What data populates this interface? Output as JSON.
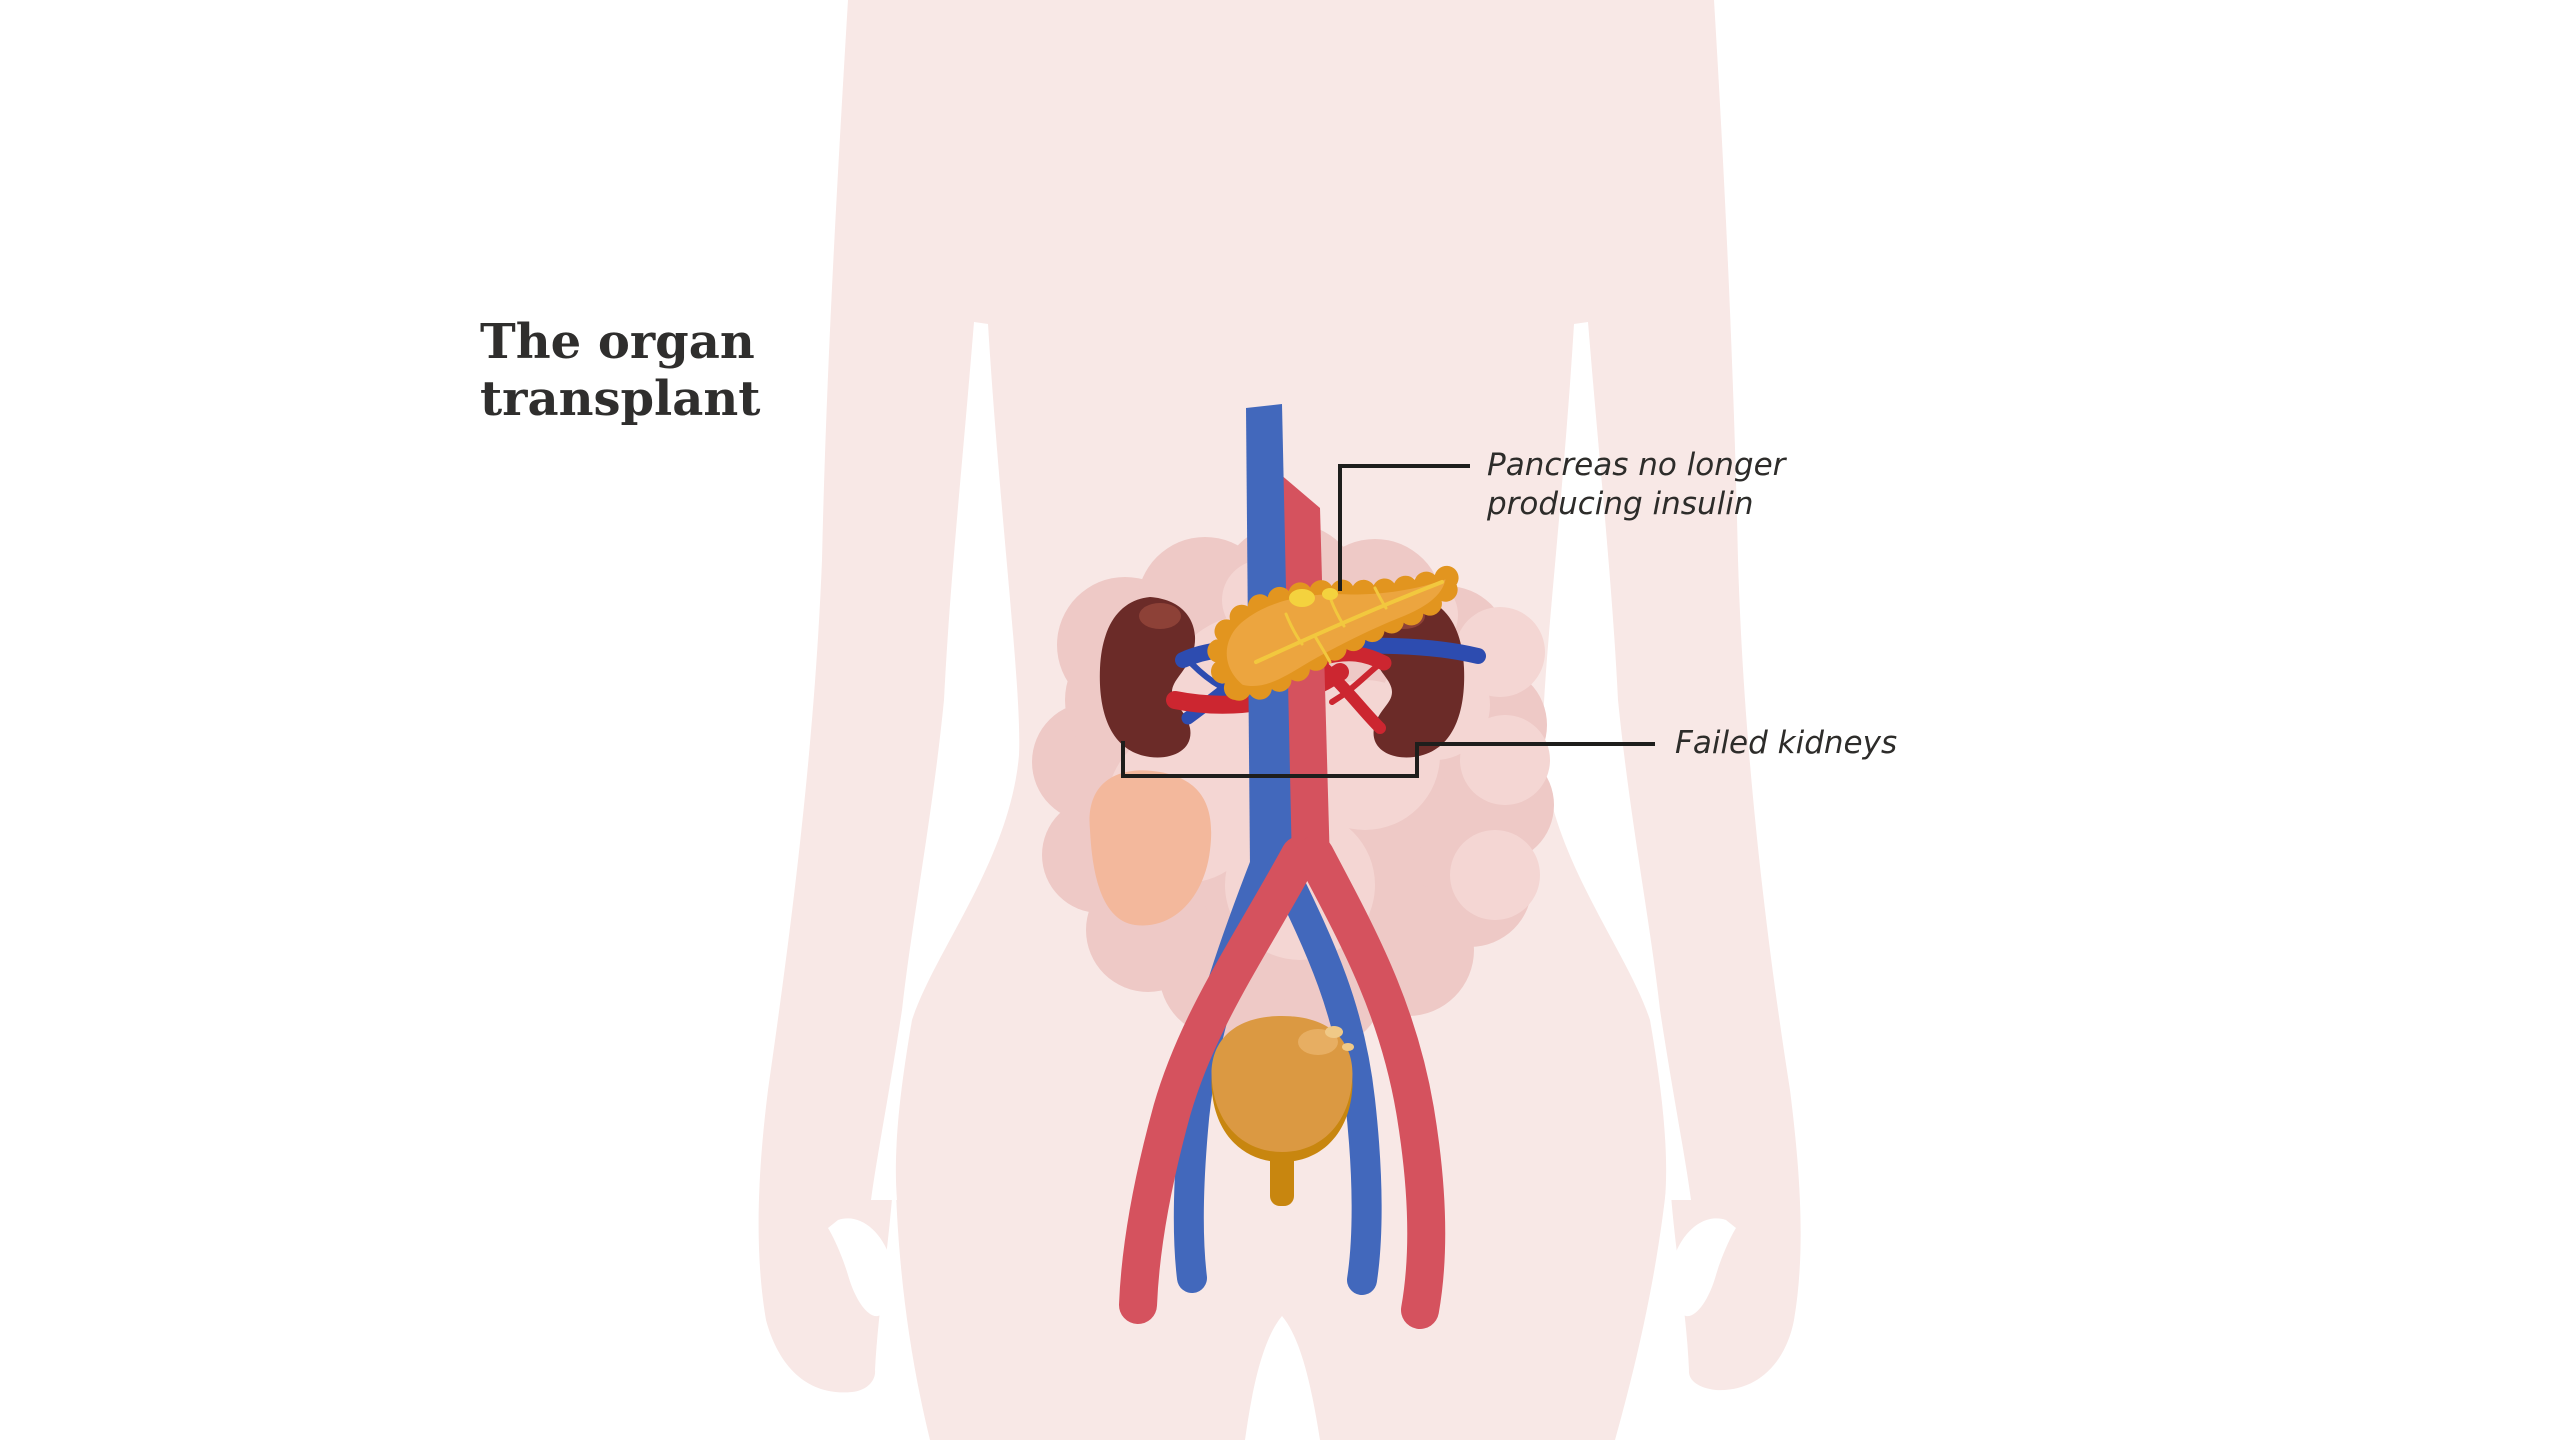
{
  "title": {
    "line1": "The organ",
    "line2": "transplant"
  },
  "annotations": {
    "pancreas": {
      "line1": "Pancreas no longer",
      "line2": "producing insulin"
    },
    "kidneys": {
      "label": "Failed kidneys"
    }
  },
  "colors": {
    "background": "#ffffff",
    "body": "#f8e8e6",
    "intestine": "#eec9c6",
    "intestineLight": "#f4d6d3",
    "stomach": "#f3b89c",
    "vein": "#4268bc",
    "veinDark": "#2d4cb0",
    "artery": "#d5525e",
    "arteryBright": "#cc2630",
    "kidney": "#6b2b28",
    "kidneyHighlight": "#8d4137",
    "pancreas": "#eca53f",
    "pancreasEdge": "#e2951f",
    "duct": "#f2c83e",
    "ductBright": "#f4d23e",
    "bladder": "#db9942",
    "bladderDark": "#c8860f",
    "bladderLight": "#e7ae62",
    "bladderGloss": "#f0c987",
    "leaderLine": "#1e1e1c",
    "text": "#2d2c2a",
    "titleText": "#2f2e2d",
    "white": "#ffffff"
  }
}
